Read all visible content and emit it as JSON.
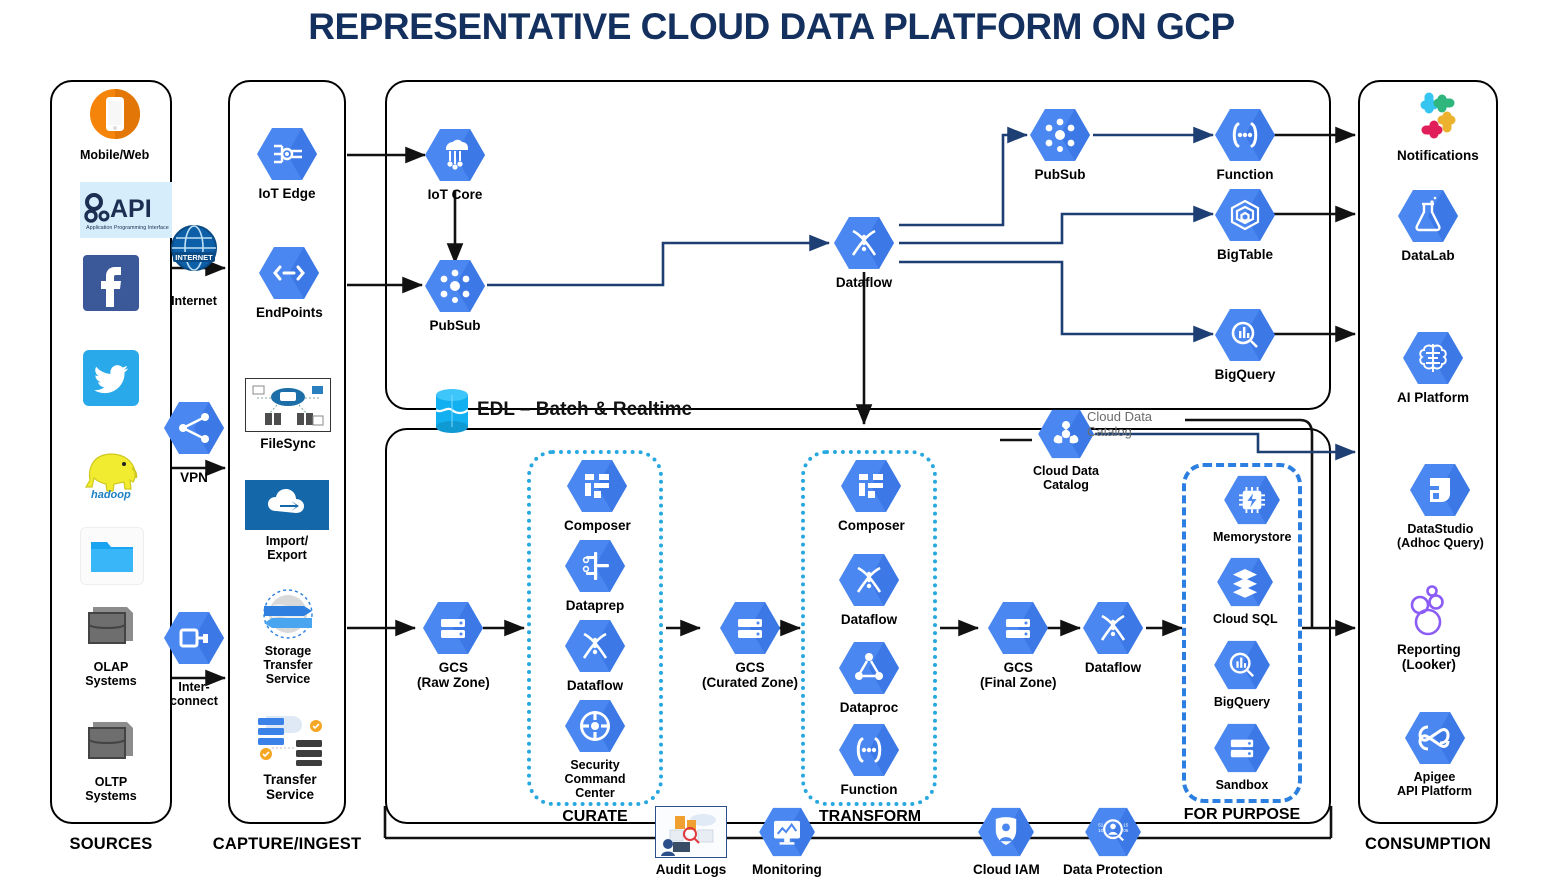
{
  "title": "REPRESENTATIVE CLOUD DATA PLATFORM ON GCP",
  "colors": {
    "title": "#14305e",
    "gcp_blue": "#4a87f0",
    "gcp_blue_dark": "#3c79e6",
    "wire_black": "#111111",
    "wire_navy": "#1d3f73",
    "dotted_cyan": "#29a8e0",
    "dashed_blue": "#2a7fe0"
  },
  "lanes": [
    {
      "id": "sources",
      "label": "SOURCES"
    },
    {
      "id": "capture",
      "label": "CAPTURE/INGEST"
    },
    {
      "id": "streaming",
      "label": ""
    },
    {
      "id": "batch",
      "label": ""
    },
    {
      "id": "consumption",
      "label": "CONSUMPTION"
    }
  ],
  "sources": {
    "label": "SOURCES",
    "items": [
      {
        "name": "Mobile/Web",
        "icon": "mobile-phone-icon"
      },
      {
        "name": "API",
        "icon": "api-icon",
        "sub": "Application Programming Interface"
      },
      {
        "name": "Facebook",
        "icon": "facebook-icon"
      },
      {
        "name": "Twitter",
        "icon": "twitter-icon"
      },
      {
        "name": "Hadoop",
        "icon": "hadoop-elephant-icon"
      },
      {
        "name": "Files",
        "icon": "folder-icon"
      },
      {
        "name": "OLAP\nSystems",
        "icon": "database-stack-icon"
      },
      {
        "name": "OLTP\nSystems",
        "icon": "database-stack-icon"
      }
    ]
  },
  "transport": {
    "items": [
      {
        "name": "Internet",
        "icon": "internet-globe-icon"
      },
      {
        "name": "VPN",
        "icon": "vpn-icon"
      },
      {
        "name": "Inter-\nconnect",
        "icon": "interconnect-icon"
      }
    ]
  },
  "capture": {
    "label": "CAPTURE/INGEST",
    "items": [
      {
        "name": "IoT Edge",
        "icon": "iot-edge-icon"
      },
      {
        "name": "EndPoints",
        "icon": "endpoints-icon"
      },
      {
        "name": "FileSync",
        "icon": "filesync-icon"
      },
      {
        "name": "Import/\nExport",
        "icon": "import-export-icon"
      },
      {
        "name": "Storage\nTransfer\nService",
        "icon": "storage-transfer-icon"
      },
      {
        "name": "Transfer\nService",
        "icon": "transfer-service-icon"
      }
    ]
  },
  "streaming": {
    "items": [
      {
        "name": "IoT Core",
        "icon": "iot-core-icon"
      },
      {
        "name": "PubSub",
        "icon": "pubsub-icon"
      },
      {
        "name": "Dataflow",
        "icon": "dataflow-icon"
      },
      {
        "name": "PubSub",
        "icon": "pubsub-icon"
      },
      {
        "name": "Function",
        "icon": "function-icon"
      },
      {
        "name": "BigTable",
        "icon": "bigtable-icon"
      },
      {
        "name": "BigQuery",
        "icon": "bigquery-icon"
      }
    ]
  },
  "edl": {
    "label": "EDL – Batch & Realtime",
    "icon": "data-lake-cylinder-icon"
  },
  "batch": {
    "nodes": [
      {
        "name": "GCS\n(Raw Zone)",
        "icon": "gcs-icon"
      },
      {
        "name": "GCS\n(Curated Zone)",
        "icon": "gcs-icon"
      },
      {
        "name": "GCS\n(Final Zone)",
        "icon": "gcs-icon"
      },
      {
        "name": "Dataflow",
        "icon": "dataflow-icon"
      }
    ],
    "curate": {
      "label": "CURATE",
      "items": [
        {
          "name": "Composer",
          "icon": "composer-icon"
        },
        {
          "name": "Dataprep",
          "icon": "dataprep-icon"
        },
        {
          "name": "Dataflow",
          "icon": "dataflow-icon"
        },
        {
          "name": "Security\nCommand\nCenter",
          "icon": "security-command-center-icon"
        }
      ]
    },
    "transform": {
      "label": "TRANSFORM",
      "items": [
        {
          "name": "Composer",
          "icon": "composer-icon"
        },
        {
          "name": "Dataflow",
          "icon": "dataflow-icon"
        },
        {
          "name": "Dataproc",
          "icon": "dataproc-icon"
        },
        {
          "name": "Function",
          "icon": "function-icon"
        }
      ]
    },
    "for_purpose": {
      "label": "FOR PURPOSE",
      "items": [
        {
          "name": "Memorystore",
          "icon": "memorystore-icon"
        },
        {
          "name": "Cloud SQL",
          "icon": "cloud-sql-icon"
        },
        {
          "name": "BigQuery",
          "icon": "bigquery-icon"
        },
        {
          "name": "Sandbox",
          "icon": "gcs-icon"
        }
      ]
    },
    "catalog": {
      "label": "Cloud Data\nCatalog",
      "grey_label": "Cloud Data\nCatalog",
      "icon": "cloud-data-catalog-icon"
    }
  },
  "governance": {
    "items": [
      {
        "name": "Audit Logs",
        "icon": "audit-logs-icon"
      },
      {
        "name": "Monitoring",
        "icon": "monitoring-icon"
      },
      {
        "name": "Cloud IAM",
        "icon": "cloud-iam-icon"
      },
      {
        "name": "Data Protection",
        "icon": "data-protection-icon"
      }
    ]
  },
  "consumption": {
    "label": "CONSUMPTION",
    "items": [
      {
        "name": "Notifications",
        "icon": "slack-icon"
      },
      {
        "name": "DataLab",
        "icon": "datalab-icon"
      },
      {
        "name": "AI Platform",
        "icon": "ai-platform-icon"
      },
      {
        "name": "DataStudio\n(Adhoc Query)",
        "icon": "datastudio-icon"
      },
      {
        "name": "Reporting\n(Looker)",
        "icon": "looker-icon"
      },
      {
        "name": "Apigee\nAPI Platform",
        "icon": "apigee-icon"
      }
    ]
  }
}
